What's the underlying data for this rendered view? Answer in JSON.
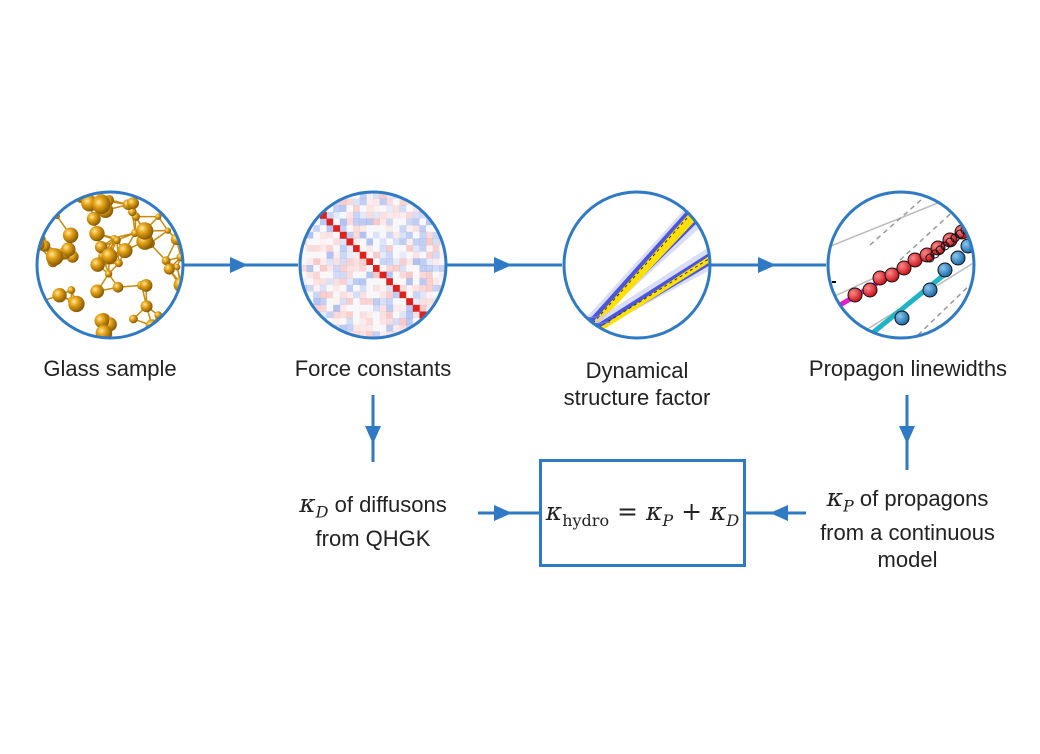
{
  "stages": [
    {
      "label": "Glass sample",
      "image": "glass-molecular-structure"
    },
    {
      "label": "Force constants",
      "image": "force-constant-matrix-heatmap"
    },
    {
      "label_line1": "Dynamical",
      "label_line2": "structure factor",
      "image": "structure-factor-dispersion-plot"
    },
    {
      "label": "Propagon linewidths",
      "image": "linewidth-scatter-plot"
    }
  ],
  "diffusons": {
    "symbol": "κ",
    "subscript": "D",
    "line1": " of diffusons",
    "line2": "from QHGK"
  },
  "propagons": {
    "symbol": "κ",
    "subscript": "P",
    "line1": " of propagons",
    "line2": "from a continuous",
    "line3": "model"
  },
  "formula": {
    "lhs_symbol": "κ",
    "lhs_subscript": "hydro",
    "equals": "=",
    "term1_symbol": "κ",
    "term1_subscript": "P",
    "plus": "+",
    "term2_symbol": "κ",
    "term2_subscript": "D"
  },
  "colors": {
    "accent": "#2f7ac4",
    "atom": "#d89a10",
    "diag": "#e0201c",
    "magenta": "#e020c8",
    "cyan": "#20b4c8"
  }
}
